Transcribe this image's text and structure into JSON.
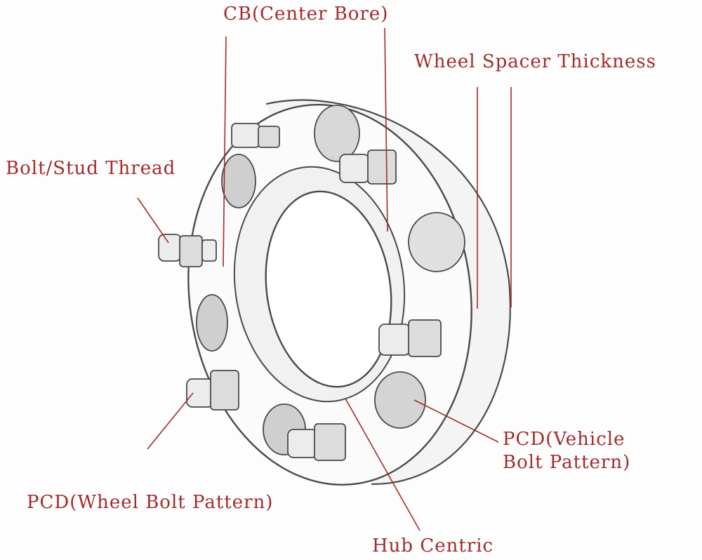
{
  "labels": {
    "center_bore": "CB(Center Bore)",
    "thickness": "Wheel Spacer Thickness",
    "bolt_thread": "Bolt/Stud Thread",
    "pcd_vehicle_line1": "PCD(Vehicle",
    "pcd_vehicle_line2": "Bolt Pattern)",
    "pcd_wheel": "PCD(Wheel Bolt Pattern)",
    "hub_centric": "Hub Centric"
  },
  "colors": {
    "annotation": "#a32b2b",
    "sketch": "#4a4a4a",
    "background": "#fdfdfd"
  }
}
